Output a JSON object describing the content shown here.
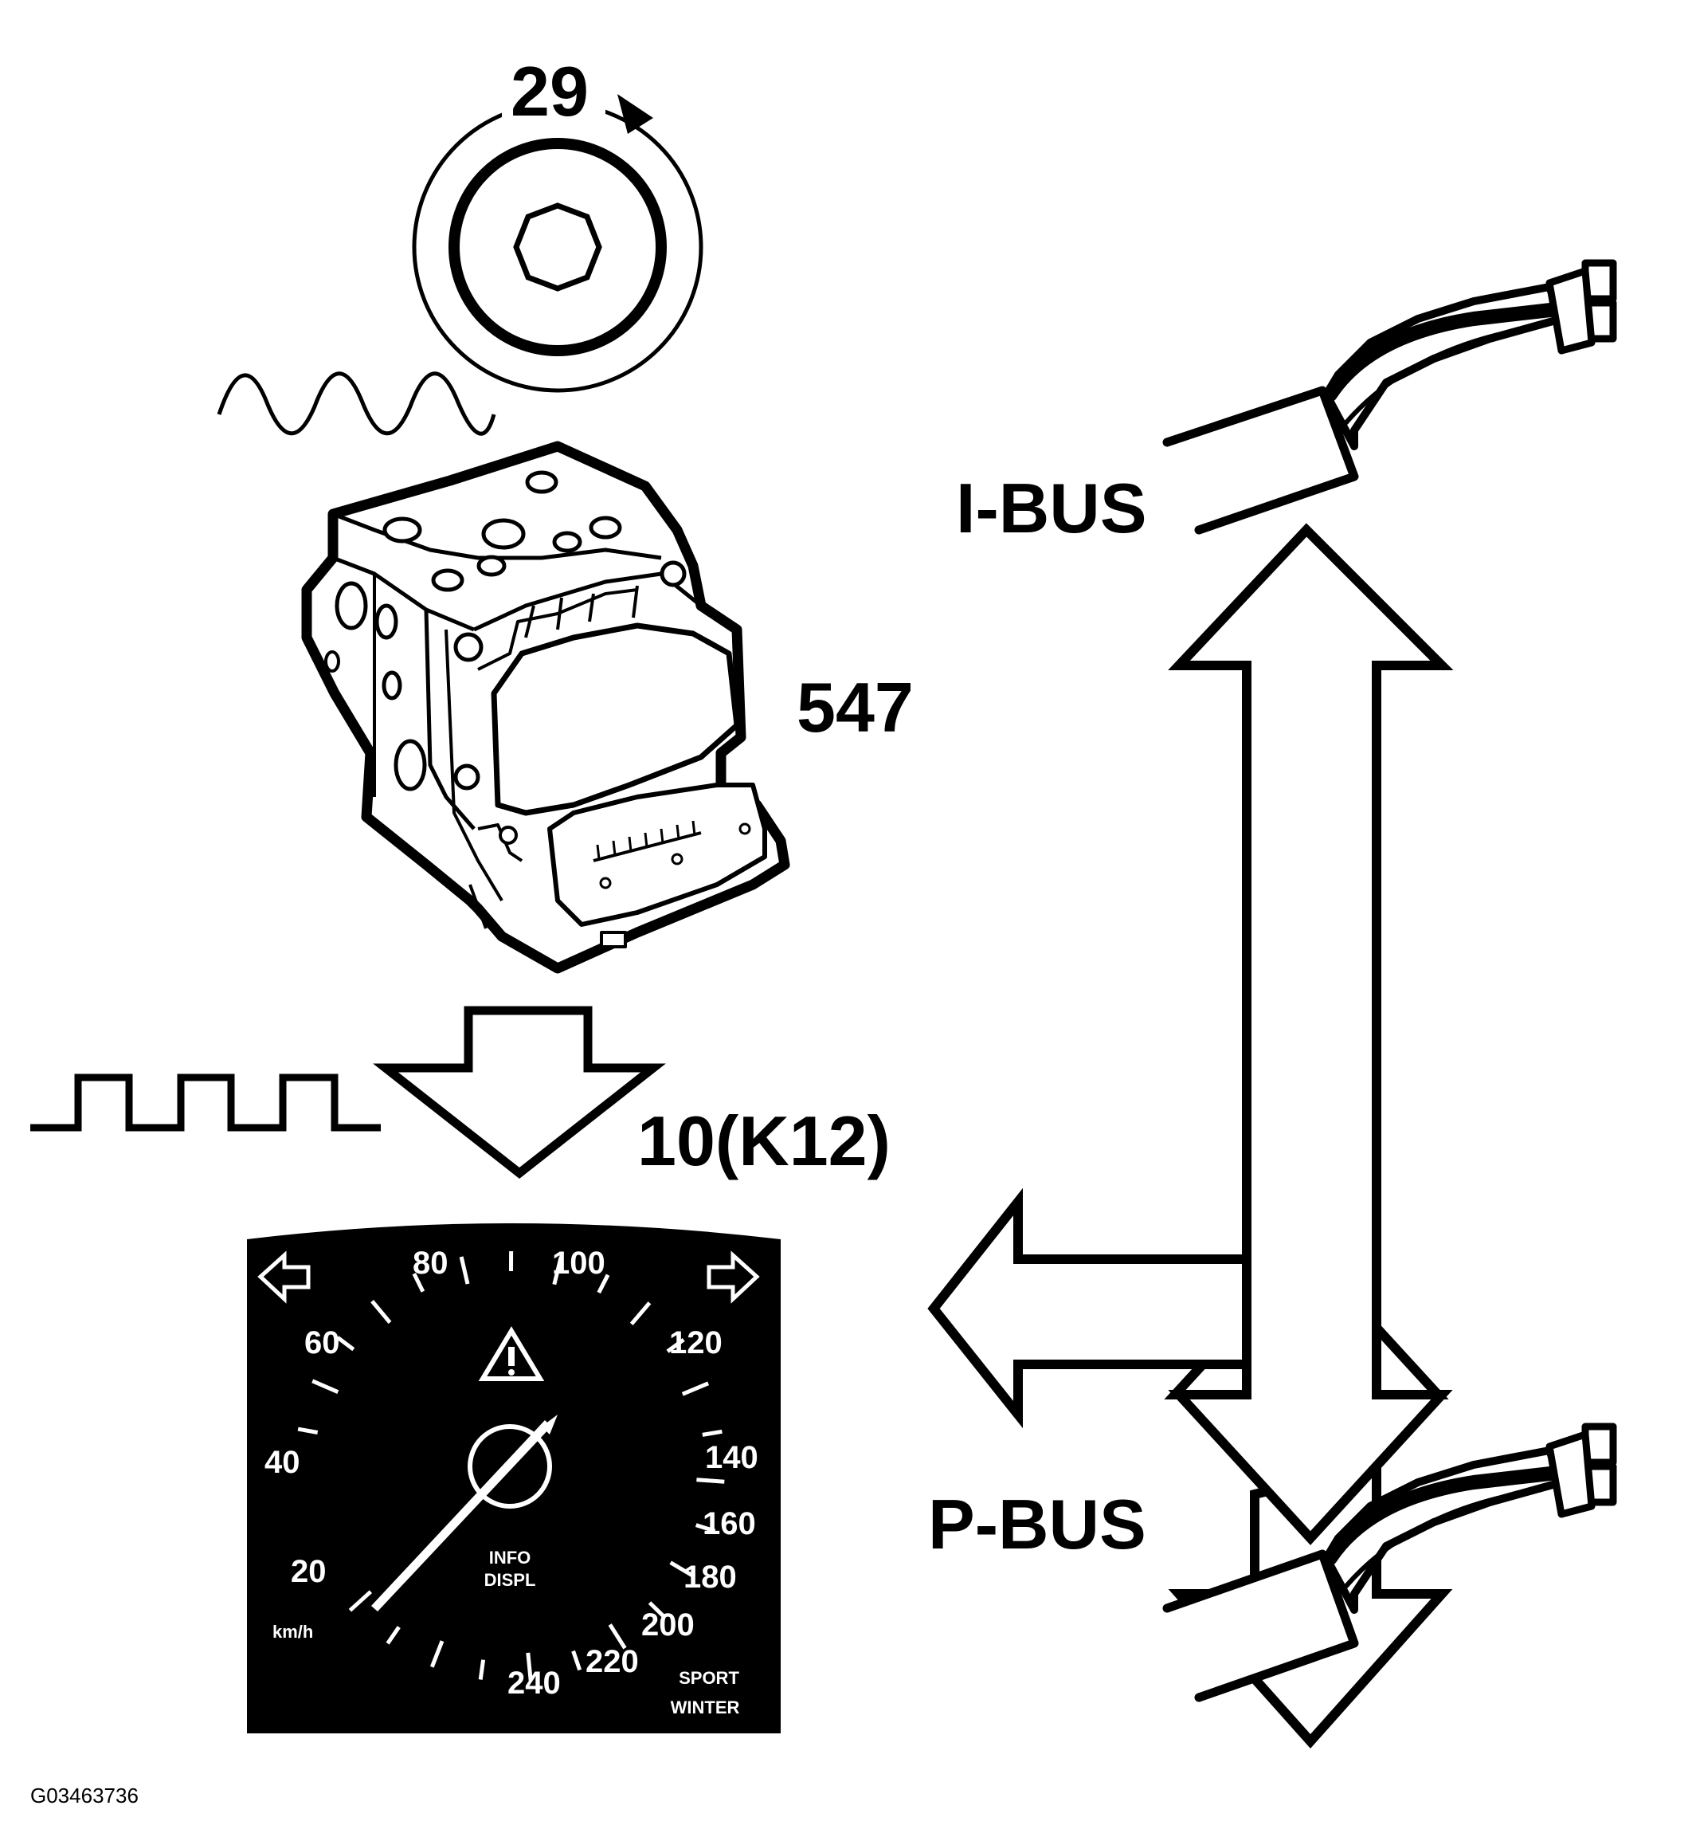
{
  "labels": {
    "sensor": "29",
    "abs_module": "547",
    "cluster": "10(K12)",
    "ibus": "I-BUS",
    "pbus": "P-BUS",
    "figure_id": "G03463736"
  },
  "cluster_face": {
    "speed_scale": [
      "20",
      "40",
      "60",
      "80",
      "100",
      "120",
      "140",
      "160",
      "180",
      "200",
      "220",
      "240"
    ],
    "unit": "km/h",
    "info_line1": "INFO",
    "info_line2": "DISPL",
    "mode1": "SPORT",
    "mode2": "WINTER"
  },
  "icons": [
    "left-turn-arrow-icon",
    "right-turn-arrow-icon",
    "warning-triangle-icon"
  ]
}
